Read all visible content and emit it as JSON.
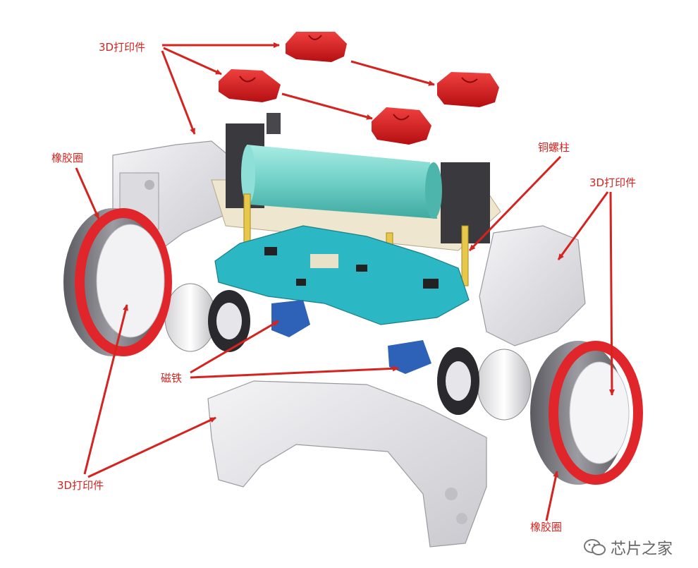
{
  "labels": {
    "printed_top": "3D打印件",
    "rubber_left": "橡胶圈",
    "copper_standoff": "铜螺柱",
    "printed_right": "3D打印件",
    "magnet": "磁铁",
    "printed_bottom": "3D打印件",
    "rubber_right": "橡胶圈"
  },
  "watermark": {
    "text": "芯片之家",
    "icon": "wechat-icon"
  },
  "colors": {
    "annotation": "#d4241f",
    "printed_part": "#e0262a",
    "battery": "#7fd8d0",
    "pcb": "#2bb8c4",
    "frame": "#e6e6ea",
    "brass": "#e8c84a"
  }
}
